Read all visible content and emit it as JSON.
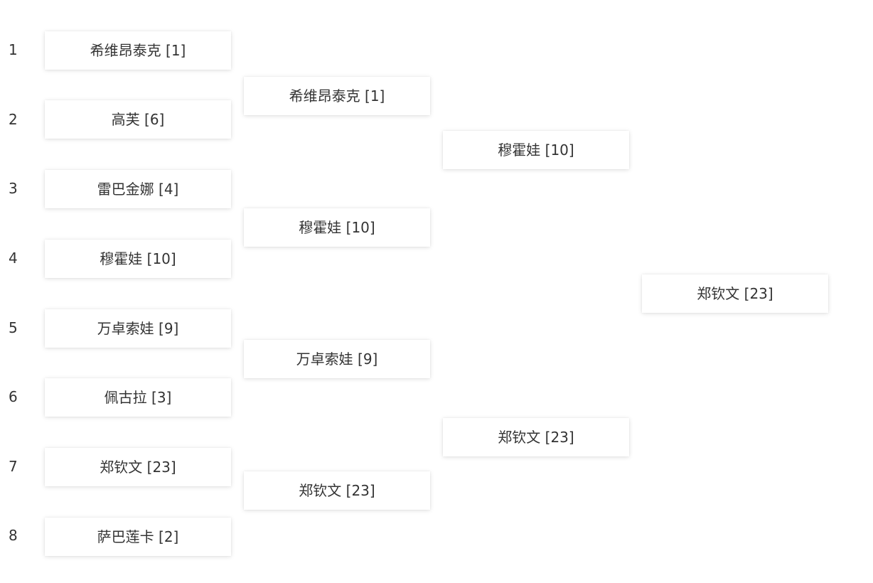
{
  "bracket": {
    "seeds": [
      "1",
      "2",
      "3",
      "4",
      "5",
      "6",
      "7",
      "8"
    ],
    "round1": [
      "希维昂泰克 [1]",
      "高芙 [6]",
      "雷巴金娜 [4]",
      "穆霍娃 [10]",
      "万卓索娃 [9]",
      "佩古拉 [3]",
      "郑钦文 [23]",
      "萨巴莲卡 [2]"
    ],
    "round2": [
      "希维昂泰克 [1]",
      "穆霍娃 [10]",
      "万卓索娃 [9]",
      "郑钦文 [23]"
    ],
    "round3": [
      "穆霍娃 [10]",
      "郑钦文 [23]"
    ],
    "final": "郑钦文 [23]"
  }
}
